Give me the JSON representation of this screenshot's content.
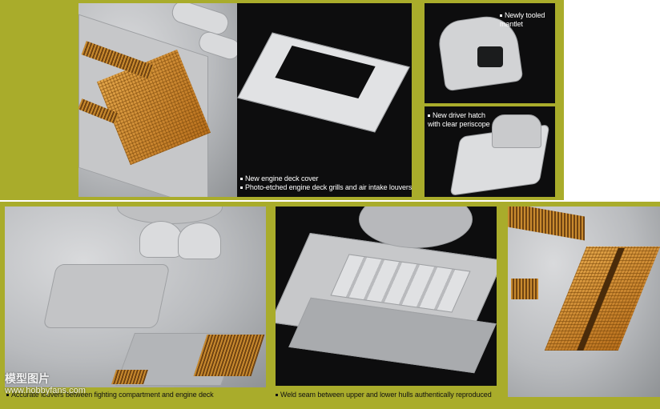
{
  "captions": {
    "engine_deck": [
      "New engine deck cover",
      "Photo-etched engine deck grills and air intake louvers"
    ],
    "mantlet": "Newly tooled mantlet",
    "driver_hatch": "New driver hatch with clear periscope",
    "louvers": "Accurate louvers between fighting compartment and engine deck",
    "weld_seam": "Weld seam between upper and lower hulls authentically reproduced"
  },
  "watermark": {
    "text": "模型图片",
    "url": "www.hobbyfans.com"
  },
  "colors": {
    "olive_frame": "#a9ac2b",
    "panel_black": "#0d0d0e",
    "plastic_gray": "#c9cacc",
    "photo_etch": "#d08a2a"
  }
}
